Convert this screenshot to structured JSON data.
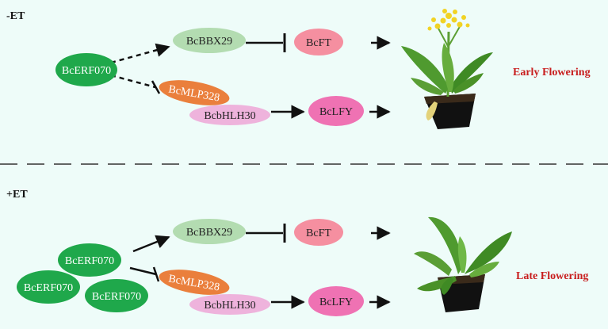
{
  "top": {
    "condition": "-ET",
    "outcome": "Early Flowering",
    "nodes": {
      "erf": "BcERF070",
      "bbx": "BcBBX29",
      "ft": "BcFT",
      "mlp": "BcMLP328",
      "bhlh": "BcbHLH30",
      "lfy": "BcLFY"
    }
  },
  "bottom": {
    "condition": "+ET",
    "outcome": "Late Flowering",
    "nodes": {
      "erf_a": "BcERF070",
      "erf_b": "BcERF070",
      "erf_c": "BcERF070",
      "bbx": "BcBBX29",
      "ft": "BcFT",
      "mlp": "BcMLP328",
      "bhlh": "BcbHLH30",
      "lfy": "BcLFY"
    }
  },
  "colors": {
    "background": "#eefcf9",
    "erf": "#1fa84b",
    "bbx": "#b3dcb1",
    "ft": "#f58fa0",
    "mlp": "#ea7f3c",
    "bhlh": "#eeb3dc",
    "lfy": "#ef72b3",
    "outcome_text": "#c81e1e",
    "pot": "#111111",
    "leaf": "#4f9a2f",
    "flower": "#f1d324"
  },
  "icons": {
    "top_plant": "flowering-plant-in-pot",
    "bottom_plant": "leafy-plant-in-pot"
  }
}
